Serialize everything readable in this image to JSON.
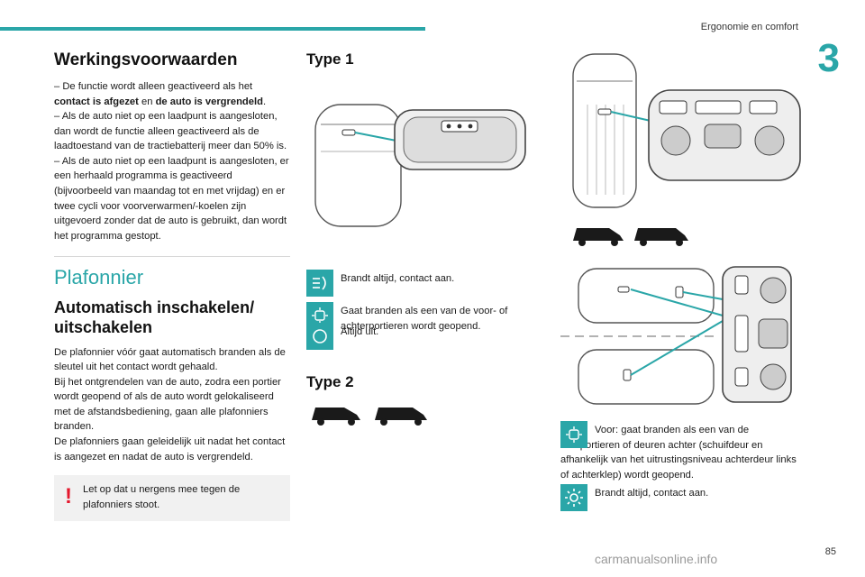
{
  "header": {
    "title": "Ergonomie en comfort",
    "chapter": "3"
  },
  "left": {
    "heading": "Werkingsvoorwaarden",
    "conditions": {
      "l1a": "–  De functie wordt alleen geactiveerd als het",
      "l1b_bold1": "contact is afgezet",
      "l1b_mid": " en ",
      "l1b_bold2": "de auto is vergrendeld",
      "l1b_end": ".",
      "l2": "–  Als de auto niet op een laadpunt is aangesloten, dan wordt de functie alleen geactiveerd als de laadtoestand van de tractiebatterij meer dan 50% is.",
      "l3": "–  Als de auto niet op een laadpunt is aangesloten, er een herhaald programma is geactiveerd (bijvoorbeeld van maandag tot en met vrijdag) en er twee cycli voor voorverwarmen/-koelen zijn uitgevoerd zonder dat de auto is gebruikt, dan wordt het programma gestopt."
    },
    "section": "Plafonnier",
    "subheading": "Automatisch inschakelen/ uitschakelen",
    "body": "De plafonnier vóór gaat automatisch branden als de sleutel uit het contact wordt gehaald.\nBij het ontgrendelen van de auto, zodra een portier wordt geopend of als de auto wordt gelokaliseerd met de afstandsbediening, gaan alle plafonniers branden.\nDe plafonniers gaan geleidelijk uit nadat het contact is aangezet en nadat de auto is vergrendeld.",
    "warning": "Let op dat u nergens mee tegen de plafonniers stoot."
  },
  "middle": {
    "type1": "Type 1",
    "legend1": "Brandt altijd, contact aan.",
    "legend2": "Gaat branden als een van de voor- of achterportieren wordt geopend.",
    "legend3": "Altijd uit.",
    "type2": "Type 2"
  },
  "right": {
    "legend_door": "Voor: gaat branden als een van de voorportieren of deuren achter (schuifdeur en afhankelijk van het uitrustingsniveau achterdeur links of achterklep) wordt geopend.",
    "legend_on": "Brandt altijd, contact aan."
  },
  "footer": {
    "page": "85",
    "watermark": "carmanualsonline.info"
  },
  "colors": {
    "accent": "#2aa6a8",
    "warning": "#e4172c"
  }
}
